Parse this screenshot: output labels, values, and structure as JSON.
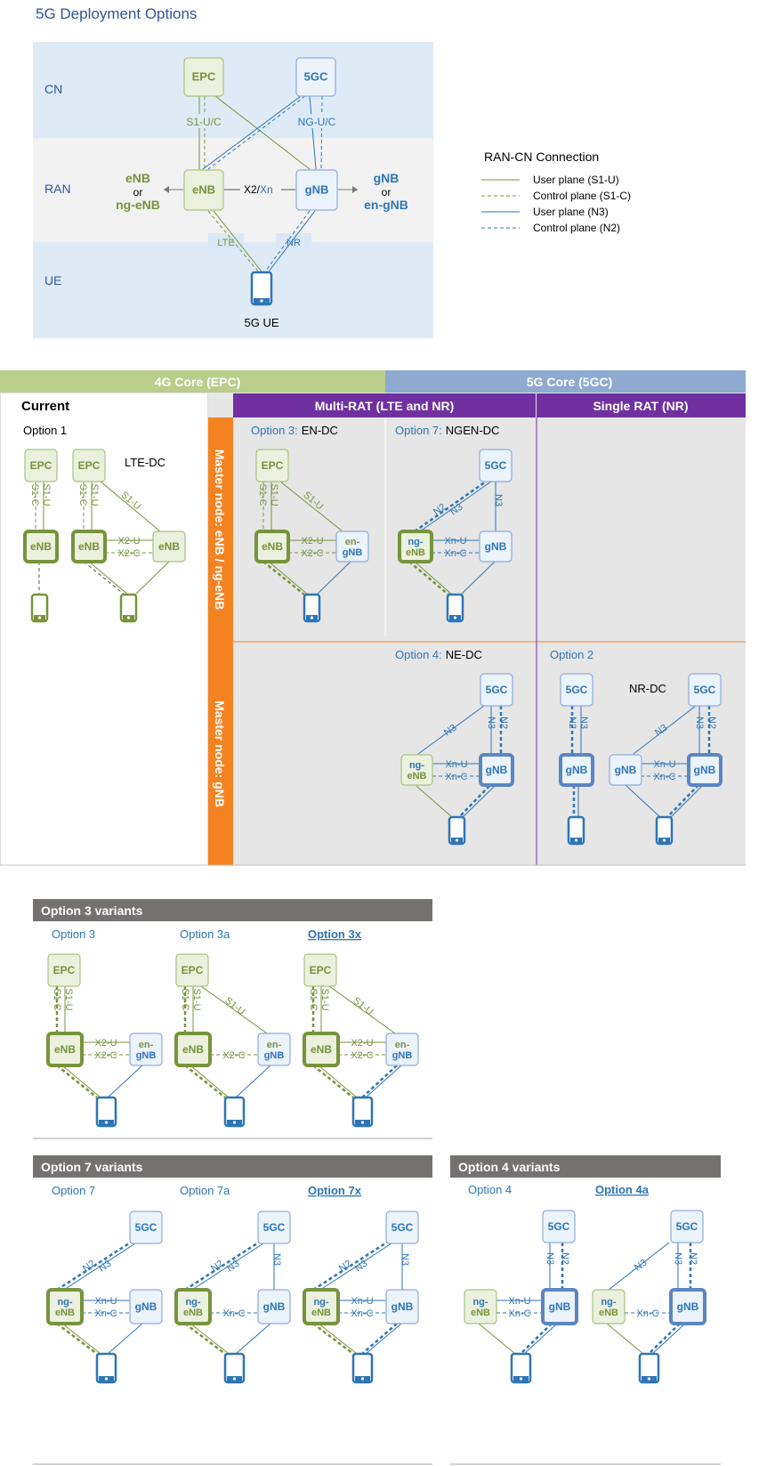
{
  "title": "5G Deployment Options",
  "overview": {
    "zones": {
      "cn": "CN",
      "ran": "RAN",
      "ue": "UE"
    },
    "epc": "EPC",
    "fivegc": "5GC",
    "enb": "eNB",
    "gnb": "gNB",
    "s1uc": "S1-U/C",
    "ngu": "NG-U/C",
    "x2": "X2/",
    "xn": "Xn",
    "lte": "LTE",
    "nr": "NR",
    "ue_label": "5G UE",
    "left_or": [
      "eNB",
      "or",
      "ng-eNB"
    ],
    "right_or": [
      "gNB",
      "or",
      "en-gNB"
    ]
  },
  "legend": {
    "title": "RAN-CN Connection",
    "items": [
      {
        "label": "User plane (S1-U)",
        "color": "#77933C",
        "style": "solid"
      },
      {
        "label": "Control plane (S1-C)",
        "color": "#77933C",
        "style": "dashed"
      },
      {
        "label": "User plane (N3)",
        "color": "#2E75B6",
        "style": "solid"
      },
      {
        "label": "Control plane (N2)",
        "color": "#2E75B6",
        "style": "dashed"
      }
    ]
  },
  "matrix": {
    "head_4g": "4G Core (EPC)",
    "head_5g": "5G Core (5GC)",
    "current": "Current",
    "multi_rat": "Multi-RAT (LTE and NR)",
    "single_rat": "Single RAT (NR)",
    "master_enb": "Master node: eNB / ng-eNB",
    "master_gnb": "Master node: gNB",
    "option1": "Option 1",
    "lte_dc": "LTE-DC",
    "option3_prefix": "Option 3:",
    "option3_name": "EN-DC",
    "option7_prefix": "Option 7:",
    "option7_name": "NGEN-DC",
    "option4_prefix": "Option 4:",
    "option4_name": "NE-DC",
    "option2": "Option 2",
    "nr_dc": "NR-DC"
  },
  "labels": {
    "epc": "EPC",
    "fivegc": "5GC",
    "enb": "eNB",
    "gnb": "gNB",
    "en": "en-",
    "ng": "ng-",
    "s1u": "S1-U",
    "s1c": "S1-C",
    "x2u": "X2-U",
    "x2c": "X2-C",
    "xnu": "Xn-U",
    "xnc": "Xn-C",
    "n2": "N2",
    "n3": "N3"
  },
  "variants": {
    "option3": {
      "header": "Option 3 variants",
      "items": [
        "Option 3",
        "Option 3a",
        "Option 3x"
      ]
    },
    "option7": {
      "header": "Option 7 variants",
      "items": [
        "Option 7",
        "Option 7a",
        "Option 7x"
      ]
    },
    "option4": {
      "header": "Option 4 variants",
      "items": [
        "Option 4",
        "Option 4a"
      ]
    }
  },
  "colors": {
    "lte_green": "#77933C",
    "lte_fill": "#EBF1DE",
    "nr_blue": "#2E75B6",
    "nr_fill": "#EBF3FB",
    "header_4g": "#B9CE8A",
    "header_5g": "#8EAAD1",
    "purple": "#7030A0",
    "orange": "#F58220"
  }
}
